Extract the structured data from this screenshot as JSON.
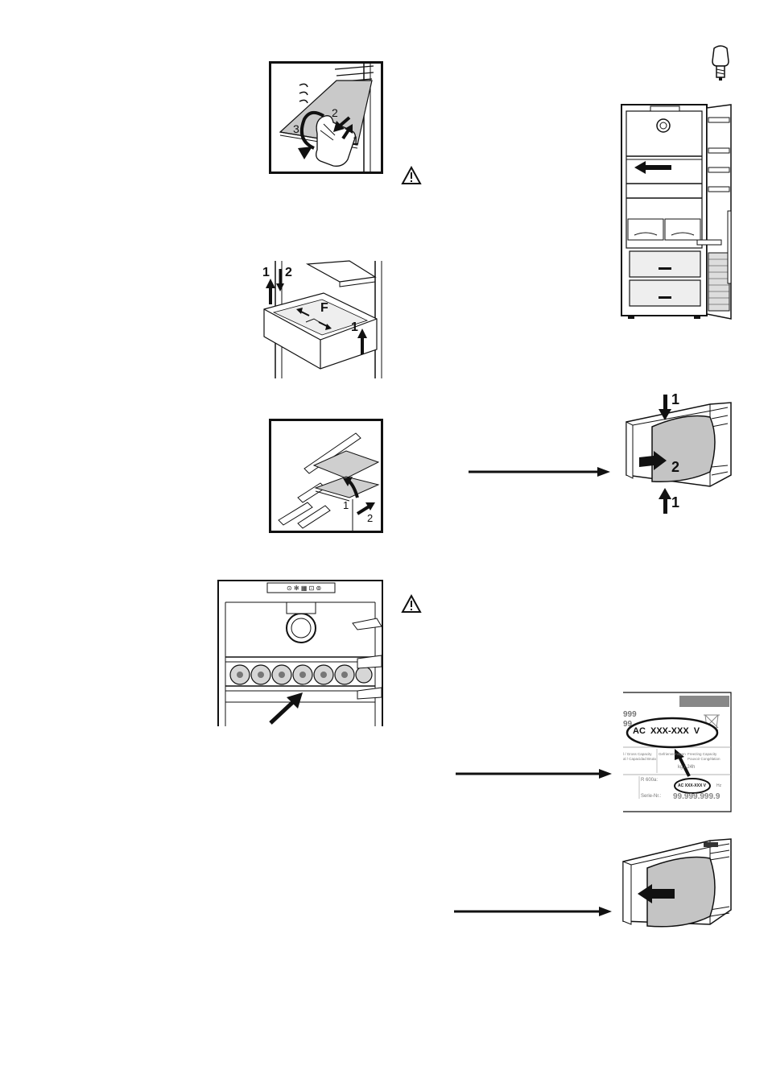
{
  "fig_shelf_removal": {
    "step1": "1",
    "step2": "2",
    "step3": "3"
  },
  "fig_door_shelf": {
    "step1a": "1",
    "step2": "2",
    "stepF": "F",
    "step1b": "1"
  },
  "fig_glass_shelf": {
    "step1": "1",
    "step2": "2"
  },
  "fig_light_cover": {
    "step1_top": "1",
    "step2": "2",
    "step1_bottom": "1"
  },
  "rating_plate": {
    "code_large": "AC  XXX-XXX  V",
    "code_small": "AC XXX-XXX V",
    "num_999_a": "999",
    "num_999_b": "99",
    "capacity_left": "l / Gross Capacity\nal / Capacidad Bruta",
    "capacity_right": "Freezing Capacity\nPouvoir Congélation",
    "capacity_mid": "Gefriervermögen",
    "kg_unit": "kg / 24h",
    "refrigerant": "R 600a:",
    "hz": "Hz",
    "serial_label": "Serie-Nr.:",
    "serial_value": "99.999.999.9"
  },
  "icons": {
    "warning_1": "warning-triangle-icon",
    "warning_2": "warning-triangle-icon",
    "bulb": "light-bulb-icon"
  }
}
